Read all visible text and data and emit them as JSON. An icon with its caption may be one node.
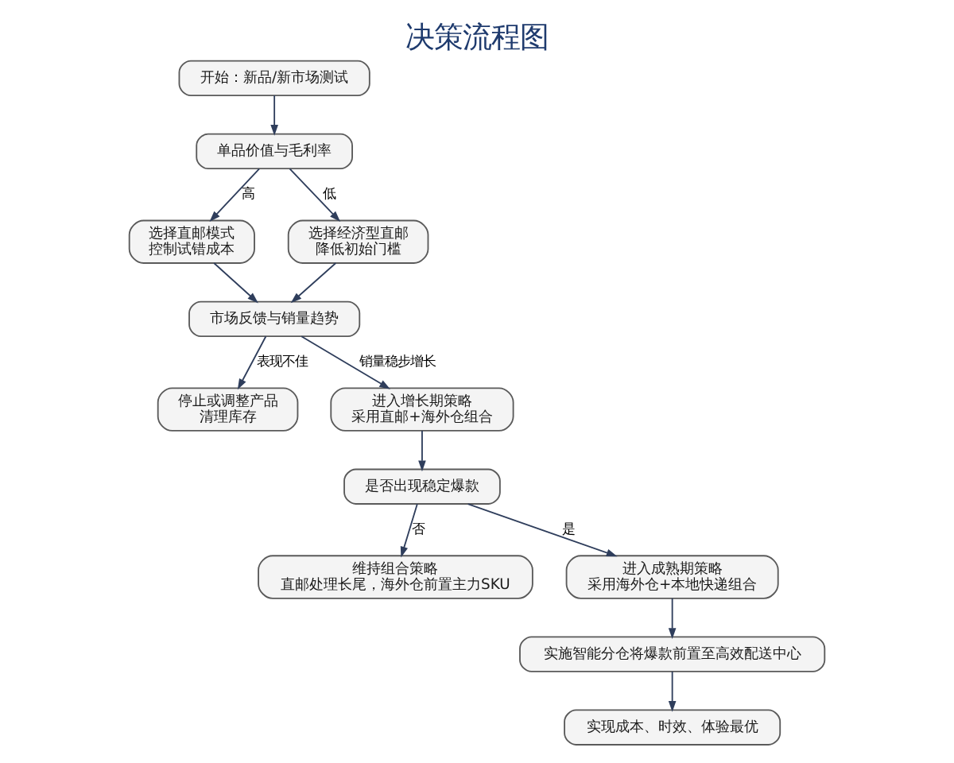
{
  "diagram": {
    "title": "决策流程图",
    "nodes": [
      {
        "text": [
          "开始：新品/新市场测试"
        ]
      },
      {
        "text": [
          "单品价值与毛利率"
        ]
      },
      {
        "text": [
          "选择直邮模式",
          "控制试错成本"
        ]
      },
      {
        "text": [
          "选择经济型直邮",
          "降低初始门槛"
        ]
      },
      {
        "text": [
          "市场反馈与销量趋势"
        ]
      },
      {
        "text": [
          "停止或调整产品",
          "清理库存"
        ]
      },
      {
        "text": [
          "进入增长期策略",
          "采用直邮+海外仓组合"
        ]
      },
      {
        "text": [
          "是否出现稳定爆款"
        ]
      },
      {
        "text": [
          "维持组合策略",
          "直邮处理长尾，海外仓前置主力SKU"
        ]
      },
      {
        "text": [
          "进入成熟期策略",
          "采用海外仓+本地快递组合"
        ]
      },
      {
        "text": [
          "实施智能分仓将爆款前置至高效配送中心"
        ]
      },
      {
        "text": [
          "实现成本、时效、体验最优"
        ]
      }
    ],
    "edges": [
      {
        "from": 0,
        "to": 1,
        "arrow": "to"
      },
      {
        "from": 1,
        "to": 2,
        "arrow": "to",
        "label": "高"
      },
      {
        "from": 1,
        "to": 3,
        "arrow": "to",
        "label": "低"
      },
      {
        "from": 2,
        "to": 4,
        "arrow": "to"
      },
      {
        "from": 3,
        "to": 4,
        "arrow": "to"
      },
      {
        "from": 4,
        "to": 5,
        "arrow": "to",
        "label": "表现不佳"
      },
      {
        "from": 4,
        "to": 6,
        "arrow": "to",
        "label": "销量稳步增长"
      },
      {
        "from": 6,
        "to": 7,
        "arrow": "to"
      },
      {
        "from": 7,
        "to": 8,
        "arrow": "to",
        "label": "否"
      },
      {
        "from": 7,
        "to": 9,
        "arrow": "to",
        "label": "是"
      },
      {
        "from": 9,
        "to": 10,
        "arrow": "to"
      },
      {
        "from": 10,
        "to": 11,
        "arrow": "to"
      }
    ]
  }
}
